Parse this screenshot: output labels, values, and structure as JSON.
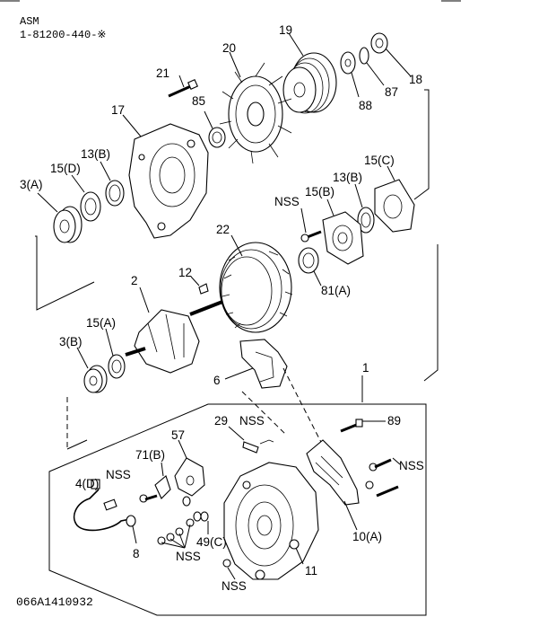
{
  "header": {
    "line1": "ASM",
    "line2": "1-81200-440-※"
  },
  "footer": {
    "code": "066A1410932"
  },
  "callouts": [
    "19",
    "20",
    "21",
    "85",
    "17",
    "88",
    "87",
    "18",
    "13(B)",
    "15(D)",
    "3(A)",
    "NSS",
    "15(B)",
    "13(B)",
    "15(C)",
    "22",
    "2",
    "12",
    "81(A)",
    "15(A)",
    "3(B)",
    "6",
    "1",
    "29",
    "NSS",
    "89",
    "57",
    "71(B)",
    "4(D)",
    "NSS",
    "NSS",
    "49(C)",
    "8",
    "NSS",
    "10(A)",
    "11",
    "NSS"
  ]
}
